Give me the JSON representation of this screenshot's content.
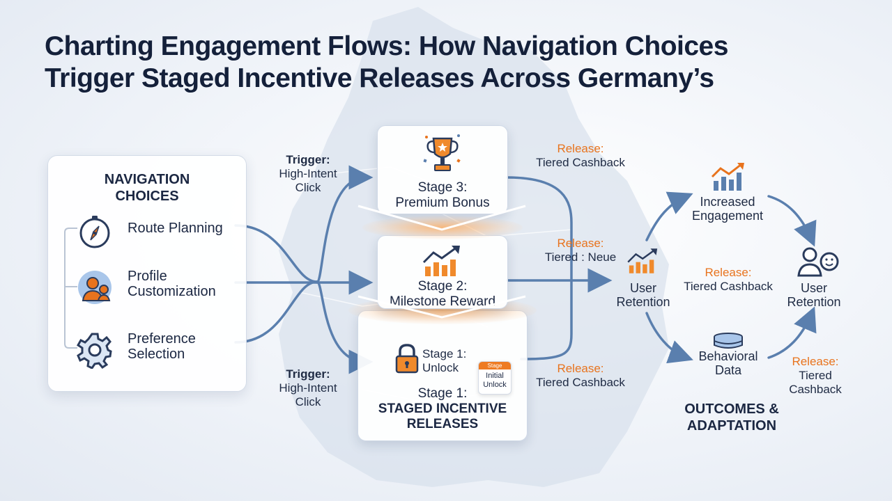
{
  "title": {
    "line1": "Charting Engagement Flows: How Navigation Choices",
    "line2": "Trigger Staged Incentive Releases Across Germany’s"
  },
  "navigation": {
    "title_line1": "NAVIGATION",
    "title_line2": "CHOICES",
    "items": [
      {
        "icon": "compass-icon",
        "label_line1": "Route Planning",
        "label_line2": ""
      },
      {
        "icon": "user-profile-icon",
        "label_line1": "Profile",
        "label_line2": "Customization"
      },
      {
        "icon": "gear-icon",
        "label_line1": "Preference",
        "label_line2": "Selection"
      }
    ]
  },
  "triggers": {
    "top": {
      "line1": "Trigger:",
      "line2": "High-Intent",
      "line3": "Click"
    },
    "bottom": {
      "line1": "Trigger:",
      "line2": "High-Intent",
      "line3": "Click"
    }
  },
  "stages": {
    "stage3": {
      "icon": "trophy-icon",
      "line1": "Stage 3:",
      "line2": "Premium Bonus"
    },
    "stage2": {
      "icon": "growth-chart-icon",
      "line1": "Stage 2:",
      "line2": "Milestone Reward"
    },
    "stage1": {
      "icon": "padlock-icon",
      "inner_line1": "Stage 1:",
      "inner_line2": "Unlock",
      "badge_top": "Stage",
      "badge_line1": "Initial",
      "badge_line2": "Unlock",
      "title_line1": "Stage 1:",
      "title_line2": "STAGED INCENTIVE",
      "title_line3": "RELEASES"
    }
  },
  "releases": [
    {
      "label": "Release:",
      "value": "Tiered Cashback"
    },
    {
      "label": "Release:",
      "value": "Tiered : Neue"
    },
    {
      "label": "Release:",
      "value": "Tiered Cashback"
    },
    {
      "label": "Release:",
      "value": "Tiered Cashback"
    },
    {
      "label": "Release:",
      "value_line1": "Tiered",
      "value_line2": "Cashback"
    }
  ],
  "outcomes": {
    "retention_left": {
      "icon": "growth-chart-icon",
      "line1": "User",
      "line2": "Retention"
    },
    "engagement": {
      "icon": "bar-chart-icon",
      "line1": "Increased",
      "line2": "Engagement"
    },
    "retention_right": {
      "icon": "user-smile-icon",
      "line1": "User",
      "line2": "Retention"
    },
    "behavioral": {
      "icon": "database-icon",
      "line1": "Behavioral",
      "line2": "Data"
    },
    "title_line1": "OUTCOMES &",
    "title_line2": "ADAPTATION"
  },
  "colors": {
    "accent": "#e8731d",
    "flow_line": "#5a7fae",
    "map": "#d4ddea",
    "text": "#15213a"
  }
}
